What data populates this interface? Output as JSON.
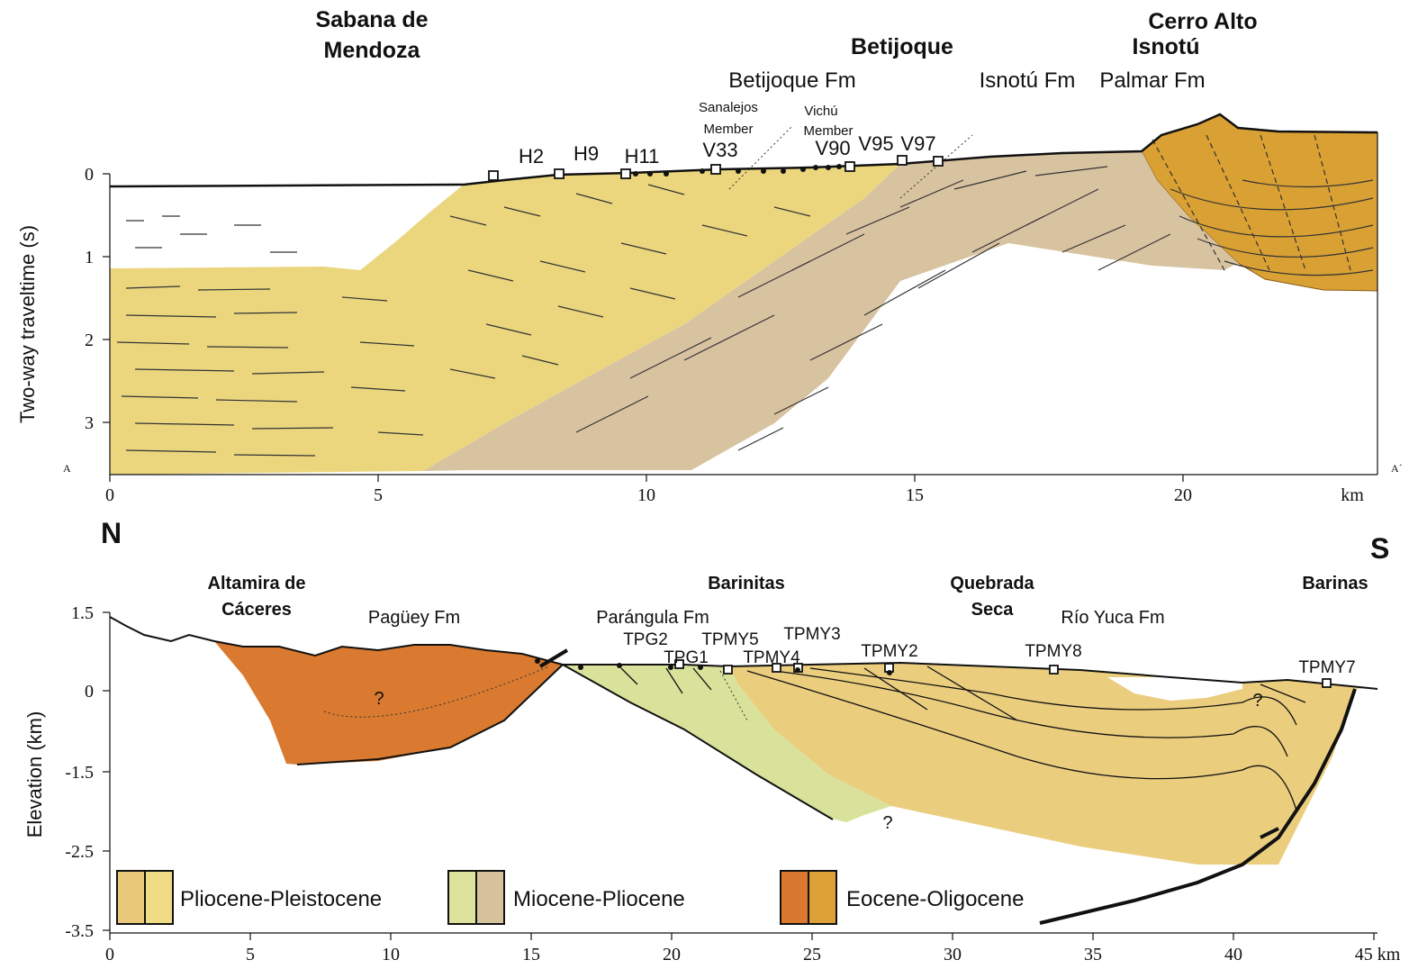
{
  "top_section": {
    "ylabel": "Two-way traveltime (s)",
    "y_ticks": [
      "0",
      "1",
      "2",
      "3"
    ],
    "x_ticks": [
      "0",
      "5",
      "10",
      "15",
      "20"
    ],
    "x_unit": "km",
    "end_left": "A",
    "end_right": "A´",
    "places": {
      "sabana_1": "Sabana de",
      "sabana_2": "Mendoza",
      "betijoque": "Betijoque",
      "cerro_alto": "Cerro Alto",
      "isnotu": "Isnotú"
    },
    "formations": {
      "betijoque_fm": "Betijoque Fm",
      "isnotu_fm": "Isnotú Fm",
      "palmar_fm": "Palmar Fm",
      "sanalejos_1": "Sanalejos",
      "sanalejos_2": "Member",
      "vichu_1": "Vichú",
      "vichu_2": "Member"
    },
    "samples": {
      "h2": "H2",
      "h9": "H9",
      "h11": "H11",
      "v33": "V33",
      "v90": "V90",
      "v95": "V95",
      "v97": "V97"
    }
  },
  "bottom_section": {
    "ylabel": "Elevation (km)",
    "y_ticks": [
      "1.5",
      "0",
      "-1.5",
      "-2.5",
      "-3.5"
    ],
    "x_ticks": [
      "0",
      "5",
      "10",
      "15",
      "20",
      "25",
      "30",
      "35",
      "40",
      "45 km"
    ],
    "north": "N",
    "south": "S",
    "places": {
      "altamira_1": "Altamira de",
      "altamira_2": "Cáceres",
      "barinitas": "Barinitas",
      "quebrada_1": "Quebrada",
      "quebrada_2": "Seca",
      "barinas": "Barinas"
    },
    "formations": {
      "paguey": "Pagüey Fm",
      "parangula": "Parángula Fm",
      "rio_yuca": "Río Yuca Fm"
    },
    "samples": {
      "tpg2": "TPG2",
      "tpg1": "TPG1",
      "tpmy5": "TPMY5",
      "tpmy4": "TPMY4",
      "tpmy3": "TPMY3",
      "tpmy2": "TPMY2",
      "tpmy8": "TPMY8",
      "tpmy7": "TPMY7"
    },
    "question_mark": "?"
  },
  "legend": [
    {
      "label": "Pliocene-Pleistocene",
      "color_left": "#e8c97a",
      "color_right": "#f0dc84"
    },
    {
      "label": "Miocene-Pliocene",
      "color_left": "#dde39a",
      "color_right": "#d7c29e"
    },
    {
      "label": "Eocene-Oligocene",
      "color_left": "#d9782f",
      "color_right": "#dca037"
    }
  ],
  "colors": {
    "pliocene_top": "#ebd67e",
    "miocene_top": "#d8c3a0",
    "eocene_top": "#d9a034",
    "pliocene_bottom": "#ebcd7e",
    "miocene_bottom": "#d9e29a",
    "eocene_bottom": "#d97a30"
  }
}
